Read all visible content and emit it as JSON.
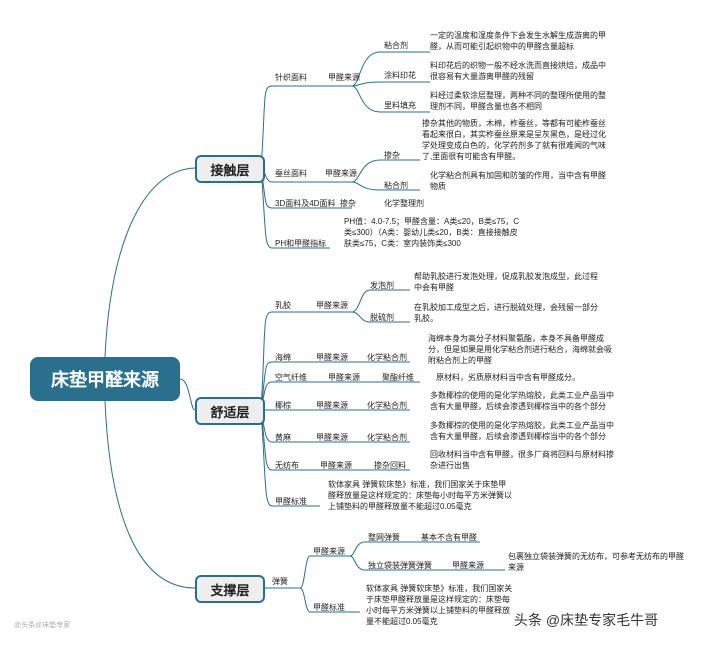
{
  "root": "床垫甲醛来源",
  "contact": {
    "label": "接触层",
    "knit": {
      "name": "针织面料",
      "source": "甲醛来源",
      "adhesive": "粘合剂",
      "adhesive_desc": "一定的温度和湿度条件下会发生水解生成游离的甲醛，从而可能引起织物中的甲醛含量超标",
      "print": "涂料印花",
      "print_desc": "料印花后的织物一般不经水洗而直接烘焙，成品中很容易有大量游离甲醛的残留",
      "filling": "里料填充",
      "filling_desc": "料经过柔软涂层整理，两种不同的整理所使用的整理剂不同，甲醛含量也各不相同"
    },
    "silk": {
      "name": "蚕丝面料",
      "source": "甲醛来源",
      "impurity": "掺杂",
      "impurity_desc": "掺杂其他的物质，木棉，柞蚕丝，等都有可能柞蚕丝看起来很白，其实柞蚕丝原来是呈灰黑色，是经过化学处理变成白色的，化学药剂多了就有很难闻的气味了,里面很有可能含有甲醛。",
      "adhesive": "粘合剂",
      "adhesive_desc": "化学粘合剂具有加固和防皱的作用，当中含有甲醛物质"
    },
    "fabric3d": {
      "name": "3D面料及4D面料",
      "impurity": "掺杂",
      "finish": "化学整理剂"
    },
    "ph": {
      "name": "PH和甲醛指标",
      "desc": "PH值：4.0-7.5；甲醛含量：A类≤20，B类≤75，C类≤300）（A类：婴幼儿类≤20，B类：直接接触皮肤类≤75，C类：室内装饰类≤300"
    }
  },
  "comfort": {
    "label": "舒适层",
    "latex": {
      "name": "乳胶",
      "source": "甲醛来源",
      "foam": "发泡剂",
      "foam_desc": "帮助乳胶进行发泡处理，促成乳胶发泡成型，此过程中会有甲醛",
      "desulfur": "脱硫剂",
      "desulfur_desc": "在乳胶加工成型之后，进行脱硫处理，会残留一部分乳胶。"
    },
    "sponge": {
      "name": "海绵",
      "source": "甲醛来源",
      "type": "化学粘合剂",
      "desc": "海绵本身为高分子材料聚氨酯，本身不具备甲醛成分，但是如果是用化学粘合剂进行粘合，海绵就会吸附粘合剂上的甲醛"
    },
    "airfiber": {
      "name": "空气纤维",
      "source": "甲醛来源",
      "type": "聚酯纤维",
      "desc": "原材料，劣质原材料当中含有甲醛成分。"
    },
    "palm": {
      "name": "椰棕",
      "source": "甲醛来源",
      "type": "化学粘合剂",
      "desc": "多数椰棕的使用的是化学热熔胶，此类工业产品当中含有大量甲醛，后续会渗透到椰棕当中的各个部分"
    },
    "hemp": {
      "name": "黄麻",
      "source": "甲醛来源",
      "type": "化学粘合剂",
      "desc": "多数椰棕的使用的是化学热熔胶，此类工业产品当中含有大量甲醛，后续会渗透到椰棕当中的各个部分"
    },
    "nonwoven": {
      "name": "无纺布",
      "source": "甲醛来源",
      "type": "掺杂回料",
      "desc": "回收材料当中含有甲醛，很多厂商将回料与原材料掺杂进行出售"
    },
    "standard": {
      "name": "甲醛标准",
      "desc": "软体家具 弹簧软床垫》标准，我们国家关于床垫甲醛释放量是这样规定的：床垫每小时每平方米弹簧以上铺垫料的甲醛释放量不能超过0.05毫克"
    }
  },
  "support": {
    "label": "支撑层",
    "spring": "弹簧",
    "source": "甲醛来源",
    "mesh": "整网弹簧",
    "mesh_desc": "基本不含有甲醛",
    "pocket": "独立袋装弹簧弹簧",
    "pocket_source": "甲醛来源",
    "pocket_desc": "包裹独立袋装弹簧的无纺布，可参考无纺布的甲醛来源",
    "standard": "甲醛标准",
    "standard_desc": "软体家具 弹簧软床垫》标准，我们国家关于床垫甲醛释放量是这样规定的：床垫每小时每平方米弹簧以上铺垫料的甲醛释放量不能超过0.05毫克"
  },
  "footer": {
    "left": "@头条@床垫专家",
    "right": "头条 @床垫专家毛牛哥"
  }
}
